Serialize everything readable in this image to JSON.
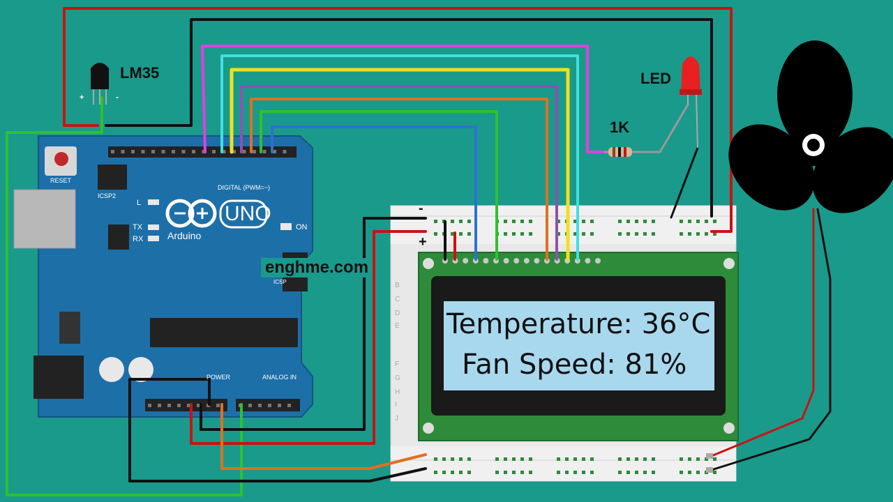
{
  "labels": {
    "sensor": "LM35",
    "led": "LED",
    "resistor": "1K",
    "watermark": "enghme.com",
    "rail_minus": "-",
    "rail_plus": "+",
    "sensor_plus": "+",
    "sensor_minus": "-"
  },
  "arduino": {
    "brand": "Arduino",
    "model": "UNO",
    "reset": "RESET",
    "digital": "DIGITAL (PWM=~)",
    "power": "POWER",
    "analog": "ANALOG IN",
    "on": "ON",
    "tx": "TX",
    "rx": "RX",
    "l": "L",
    "icsp2": "ICSP2",
    "icsp": "ICSP"
  },
  "lcd": {
    "line1": "Temperature: 36°C",
    "line2": "Fan Speed: 81%"
  },
  "colors": {
    "background": "#1a9a8b",
    "board": "#1d6fa8",
    "lcd_pcb": "#2e8b3a",
    "lcd_screen": "#a8d8ee",
    "wire_red": "#cc1111",
    "wire_black": "#111111",
    "wire_magenta": "#e040e0",
    "wire_cyan": "#40e0e0",
    "wire_yellow": "#f0e020",
    "wire_purple": "#9050b0",
    "wire_orange": "#e07020",
    "wire_green": "#30c030",
    "wire_blue": "#3070d0"
  }
}
